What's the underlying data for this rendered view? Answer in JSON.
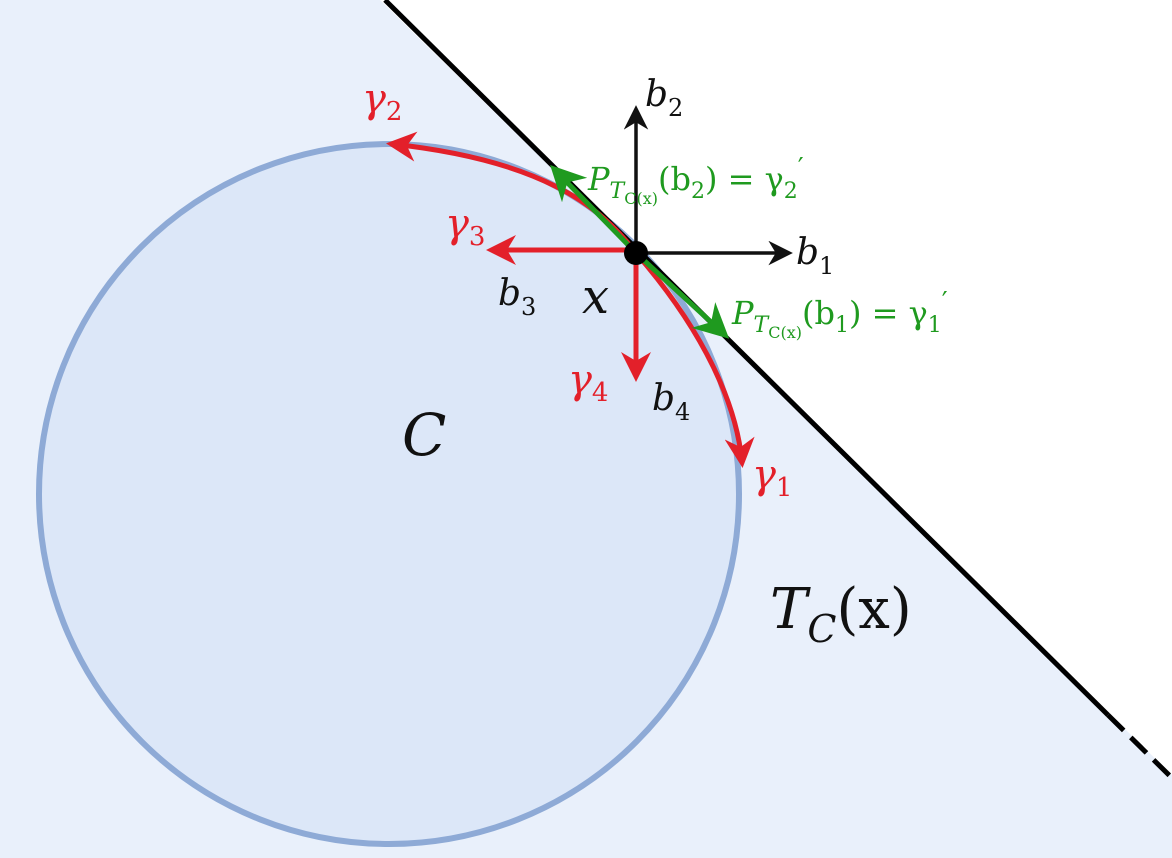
{
  "labels": {
    "set_c": "C",
    "tangent_cone": "T",
    "tangent_cone_sub": "C",
    "tangent_cone_arg": "(x)",
    "point_x": "x",
    "b1": "b",
    "b1_sub": "1",
    "b2": "b",
    "b2_sub": "2",
    "b3": "b",
    "b3_sub": "3",
    "b4": "b",
    "b4_sub": "4",
    "gamma1": "γ",
    "gamma1_sub": "1",
    "gamma2": "γ",
    "gamma2_sub": "2",
    "gamma3": "γ",
    "gamma3_sub": "3",
    "gamma4": "γ",
    "gamma4_sub": "4",
    "proj_b2": "P",
    "proj_b2_sub": "T",
    "proj_b2_subsub": "C(x)",
    "proj_b2_rest": "(b",
    "proj_b2_rest_sub": "2",
    "proj_b2_eq": ") = γ",
    "proj_b2_eq_sub": "2",
    "proj_b2_prime": "′",
    "proj_b1": "P",
    "proj_b1_sub": "T",
    "proj_b1_subsub": "C(x)",
    "proj_b1_rest": "(b",
    "proj_b1_rest_sub": "1",
    "proj_b1_eq": ") = γ",
    "proj_b1_eq_sub": "1",
    "proj_b1_prime": "′"
  },
  "colors": {
    "region_fill": "#e9f0fb",
    "circle_fill": "#dce7f8",
    "circle_stroke": "#8eaad6",
    "boundary_line": "#000000",
    "basis_arrow": "#000000",
    "curve_arrow": "#e3202a",
    "projection_arrow": "#1f9a1f"
  }
}
